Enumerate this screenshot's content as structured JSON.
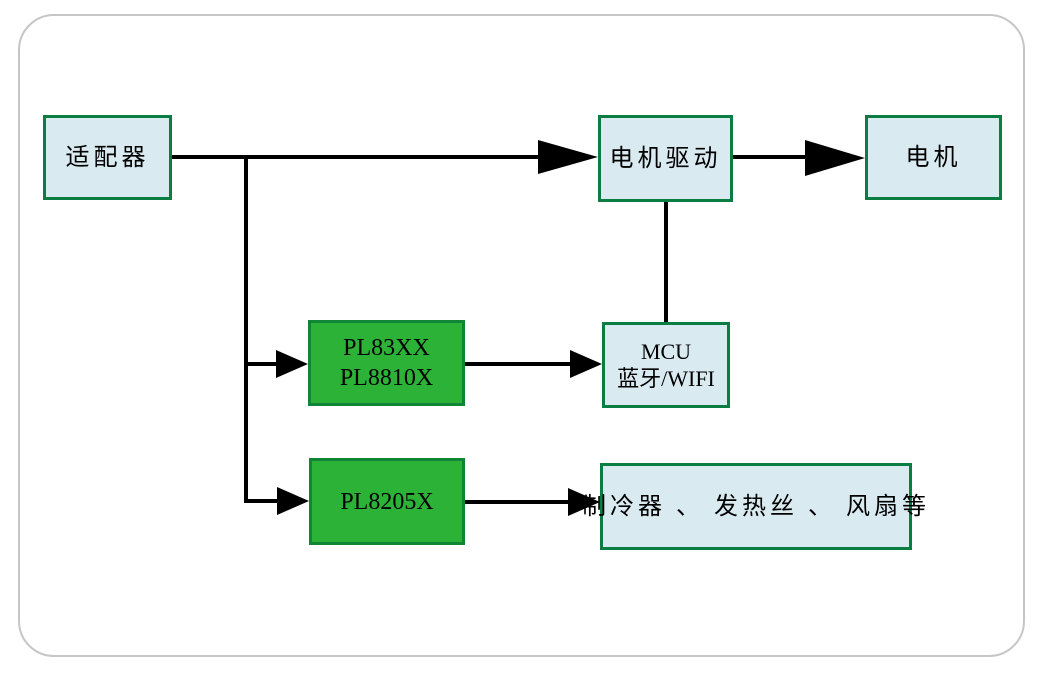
{
  "colors": {
    "box_fill_light": "#d9eaf1",
    "box_border": "#0b7d42",
    "box_fill_green": "#2cb237",
    "green_box_border": "#0e8636",
    "line_color": "#000000",
    "frame_border": "#c6c6c6",
    "page_bg": "#ffffff"
  },
  "diagram": {
    "type": "block-diagram",
    "nodes": {
      "adapter": {
        "label": "适配器"
      },
      "motor_drive": {
        "label": "电机驱动"
      },
      "motor": {
        "label": "电机"
      },
      "pl83xx": {
        "line1": "PL83XX",
        "line2": "PL8810X"
      },
      "mcu": {
        "line1": "MCU",
        "line2": "蓝牙/WIFI"
      },
      "pl8205x": {
        "label": "PL8205X"
      },
      "loads": {
        "label": "制冷器 、 发热丝 、 风扇等"
      }
    },
    "edges": [
      {
        "from": "adapter",
        "to": "motor_drive",
        "arrow": true
      },
      {
        "from": "adapter",
        "to": "pl83xx",
        "arrow": true
      },
      {
        "from": "adapter",
        "to": "pl8205x",
        "arrow": true
      },
      {
        "from": "pl83xx",
        "to": "mcu",
        "arrow": true
      },
      {
        "from": "pl8205x",
        "to": "loads",
        "arrow": true
      },
      {
        "from": "motor_drive",
        "to": "motor",
        "arrow": true
      },
      {
        "from": "motor_drive",
        "to": "mcu",
        "arrow": false
      }
    ]
  }
}
